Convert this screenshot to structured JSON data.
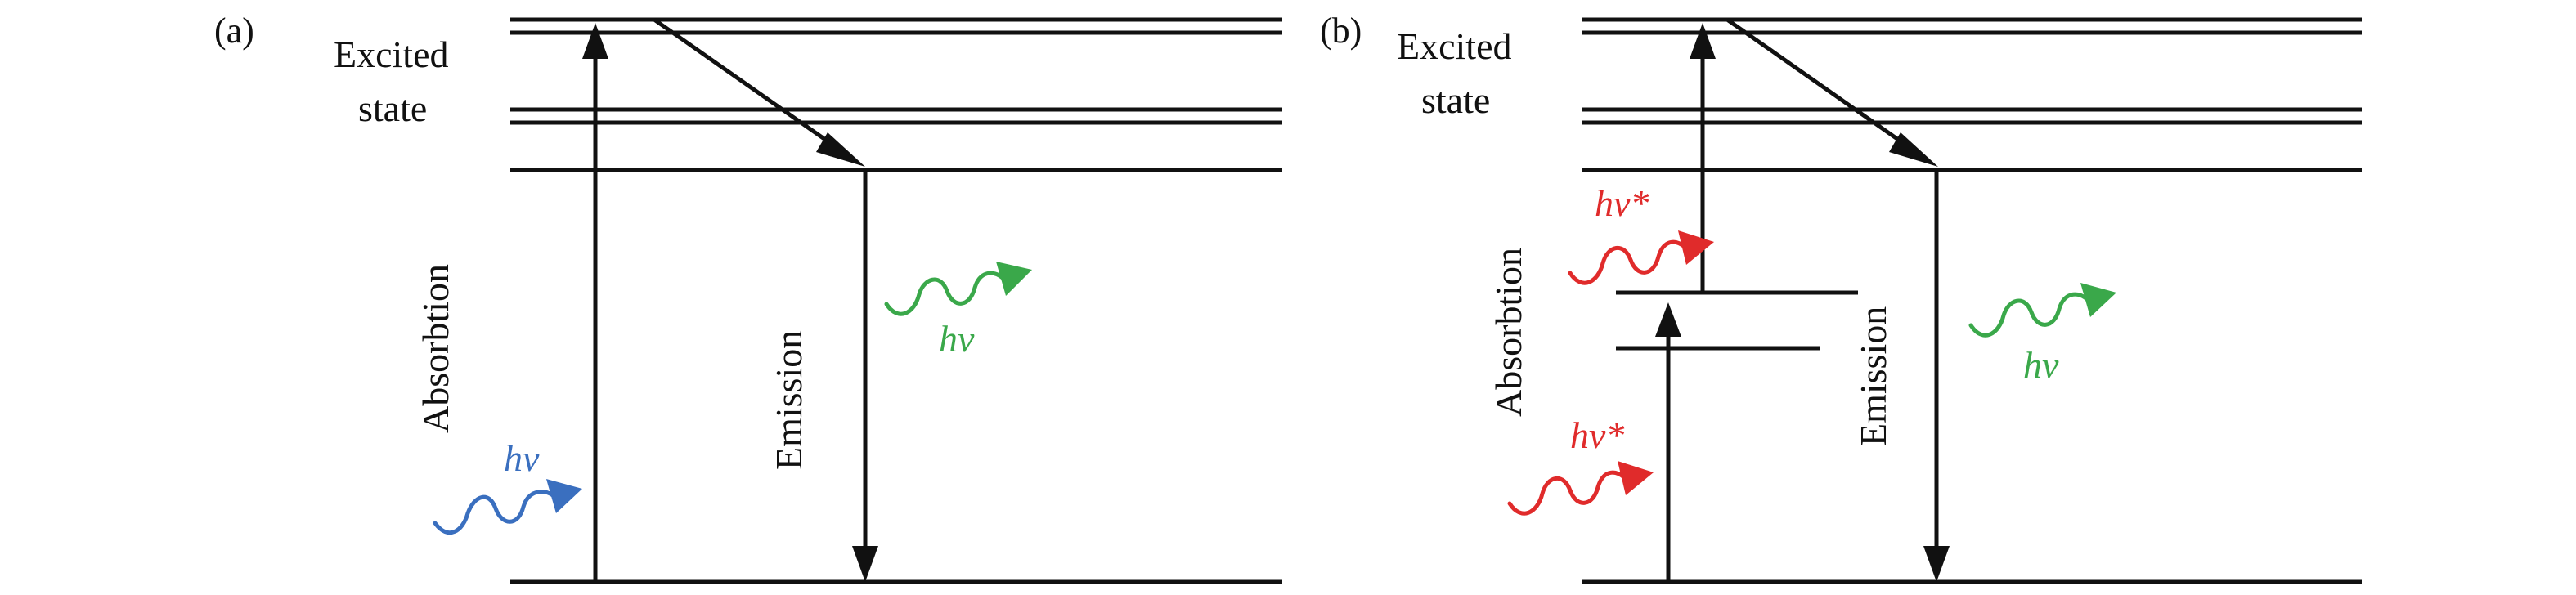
{
  "panels": {
    "a": {
      "label": "(a)",
      "state_label_line1": "Excited",
      "state_label_line2": "state",
      "absorption_label": "Absorbtion",
      "emission_label": "Emission",
      "photon_in": {
        "text": "hv",
        "color": "#3a6fbf"
      },
      "photon_out": {
        "text": "hv",
        "color": "#3aa84a"
      }
    },
    "b": {
      "label": "(b)",
      "state_label_line1": "Excited",
      "state_label_line2": "state",
      "absorption_label": "Absorbtion",
      "emission_label": "Emission",
      "photon_in_upper": {
        "text": "hv*",
        "color": "#e02b2b"
      },
      "photon_in_lower": {
        "text": "hv*",
        "color": "#e02b2b"
      },
      "photon_out": {
        "text": "hv",
        "color": "#3aa84a"
      }
    }
  },
  "colors": {
    "line": "#111111",
    "background": "#ffffff"
  }
}
